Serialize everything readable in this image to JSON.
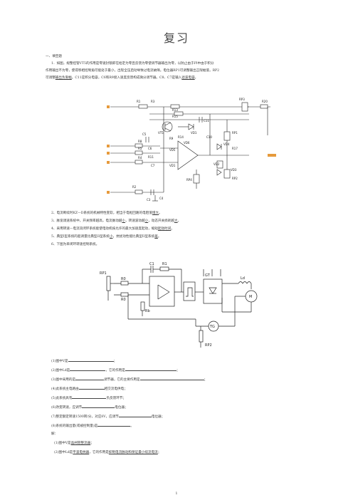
{
  "title": "复习",
  "section_heading": "一、填空题",
  "q1": {
    "line1": "1．如图，规整控管VT5的作用是零速封锁即在给定为零且反馈为零使调节器输出为零，以防止由于PI中由于积分",
    "line2_a": "作用输出不为零，使得移相控制角可能处于最小，出现全压启动导致过电流故障。电位器RP1可调整输出正限幅值，RP2",
    "line3_a": "可调整",
    "line3_u1": "输出负限幅",
    "line3_b": "。C11是积分电容，C6和R9接入速度反馈构成微分调节器。C8、C7是输入",
    "line3_u2": "滤波电容",
    "line3_c": "。"
  },
  "circuit1_labels": [
    "R1",
    "R3",
    "R13",
    "R15",
    "RP3",
    "R20",
    "C11",
    "VT5",
    "VD1",
    "C5",
    "R9",
    "R14",
    "VD6",
    "C10",
    "RP1",
    "VD4",
    "R17",
    "C6",
    "R8",
    "VD5",
    "R11",
    "C7",
    "VD1",
    "VD2",
    "R5",
    "R4",
    "RP4",
    "RP2",
    "VD3",
    "R2",
    "C3",
    "C4"
  ],
  "q2": {
    "a": "2、电流断续时KZ—D系统的机械特性变软，相当于电枢回路的电阻值",
    "u": "增大",
    "b": "。"
  },
  "q3": {
    "a": "3、脉宽调速系统中，开关频率越高，电流脉动越",
    "u1": "小",
    "b": "，转速波动越",
    "u2": "小",
    "c": "，动态开关损耗越",
    "u3": "大",
    "d": "。"
  },
  "q4": {
    "a": "4、采用转速—电流双闭环系统能使电动机按允许的最大加速度起动，缩短",
    "u": "起动时间",
    "b": "。"
  },
  "q5": {
    "a": "5、典型I型系统的超调量比典型II型系统",
    "u1": "小",
    "b": "，抗扰动性能比典型II型系统",
    "u2": "差",
    "c": "。"
  },
  "q6": "6、下图为单闭环转速控制系统。",
  "circuit2_labels": [
    "RP1",
    "R0",
    "R0",
    "C1",
    "R1",
    "Rb",
    "GT",
    "Ld",
    "M",
    "TG",
    "RP2"
  ],
  "fill": {
    "f1": "(1)图中V是",
    "f1_end": "；",
    "f2": "(2)图中Ld是",
    "f2_mid": "，它的作用是",
    "f2_end": "；",
    "f3": "(3)图中采用的是",
    "f3_mid": "调节器，它的主要作用是",
    "f3_end": "；",
    "f4": "(4)此系统主电路由",
    "f4_end": "相交流电供电；",
    "f5": "(5)此系统具有",
    "f5_end": "负反馈环节；",
    "f6": "(6)改变转速，应调节",
    "f6_end": "电位器；",
    "f7": "(7)整定额定转速1500转/分，对应8V，应调节",
    "f7_end": "电位器；",
    "f8": "(8)系统的输出量(或被控制量)是",
    "f8_end": "。"
  },
  "answer": {
    "label": "解：",
    "a1_pre": "(1)图中V是",
    "a1_u": "晶闸管整流器",
    "a1_post": "；",
    "a2_pre": "(2)图中Ld是",
    "a2_u1": "平波电抗器",
    "a2_mid": "，它的作用是",
    "a2_u2": "抑制电流脉动和保证最小续流电流",
    "a2_post": "；"
  },
  "page_number": "1"
}
